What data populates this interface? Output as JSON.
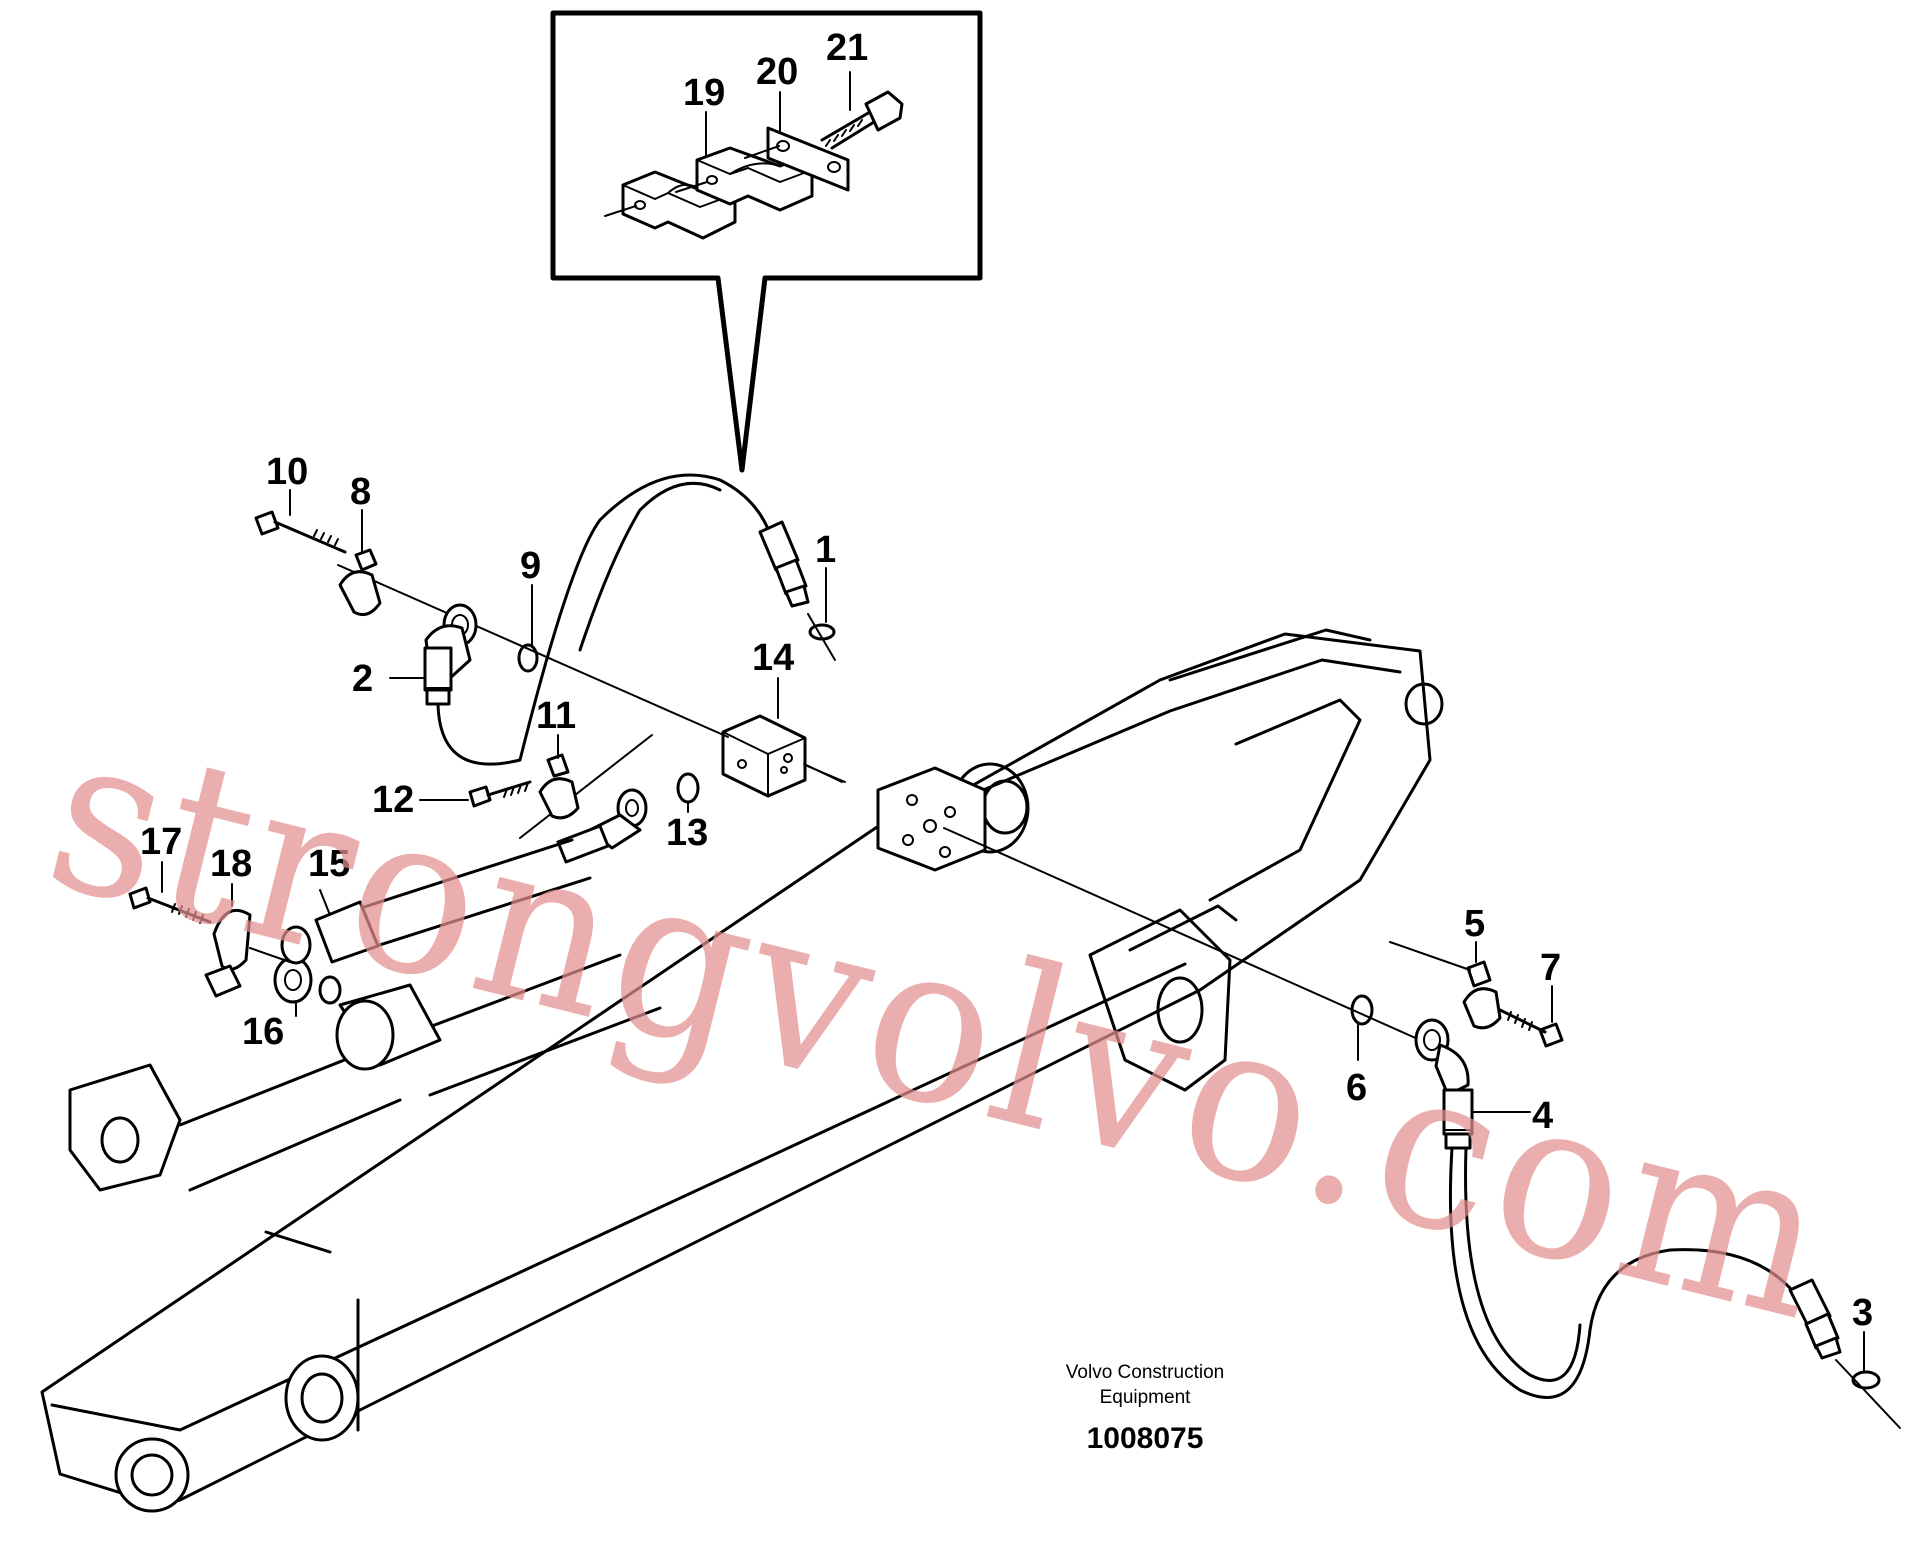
{
  "diagram": {
    "callouts": [
      {
        "id": "1",
        "label": "1"
      },
      {
        "id": "2",
        "label": "2"
      },
      {
        "id": "3",
        "label": "3"
      },
      {
        "id": "4",
        "label": "4"
      },
      {
        "id": "5",
        "label": "5"
      },
      {
        "id": "6",
        "label": "6"
      },
      {
        "id": "7",
        "label": "7"
      },
      {
        "id": "8",
        "label": "8"
      },
      {
        "id": "9",
        "label": "9"
      },
      {
        "id": "10",
        "label": "10"
      },
      {
        "id": "11",
        "label": "11"
      },
      {
        "id": "12",
        "label": "12"
      },
      {
        "id": "13",
        "label": "13"
      },
      {
        "id": "14",
        "label": "14"
      },
      {
        "id": "15",
        "label": "15"
      },
      {
        "id": "16",
        "label": "16"
      },
      {
        "id": "17",
        "label": "17"
      },
      {
        "id": "18",
        "label": "18"
      },
      {
        "id": "19",
        "label": "19"
      },
      {
        "id": "20",
        "label": "20"
      },
      {
        "id": "21",
        "label": "21"
      }
    ],
    "caption": {
      "line1": "Volvo Construction",
      "line2": "Equipment"
    },
    "drawing_number": "1008075",
    "watermark": "strongvolvo.com",
    "colors": {
      "ink": "#000000",
      "watermark": "#e48f8f",
      "background": "#ffffff"
    }
  }
}
